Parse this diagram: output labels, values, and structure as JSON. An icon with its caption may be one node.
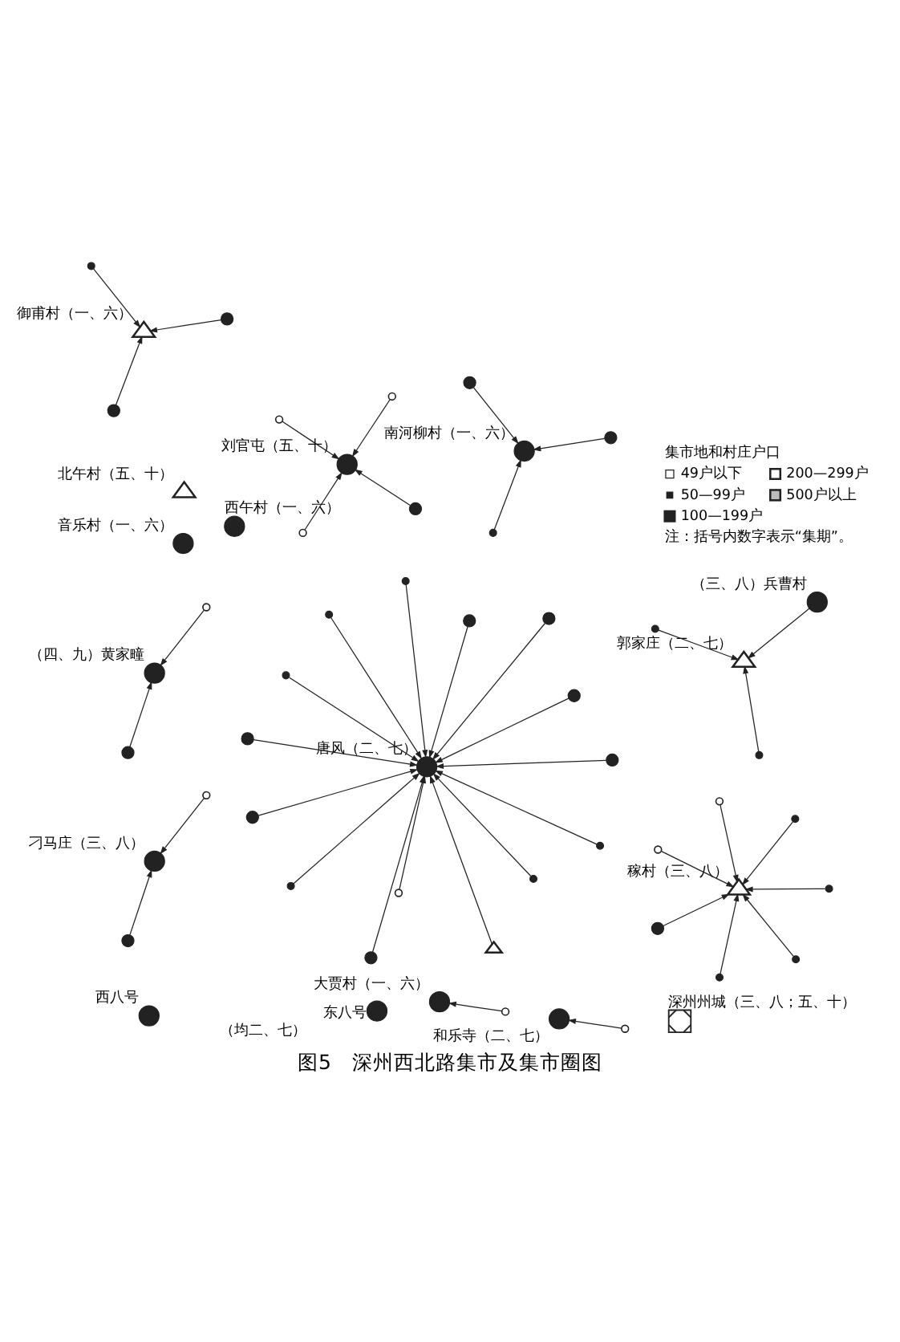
{
  "diagram": {
    "title": "图5　深州西北路集市及集市圈图",
    "nodes": [
      {
        "text": [
          "（四、九）黄家疃"
        ]
      },
      {
        "text": [
          "刘官屯（五、十）"
        ]
      },
      {
        "text": [
          "刁马庄（三、八）"
        ]
      },
      {
        "text": [],
        "shape": "circle"
      },
      {
        "text": [],
        "shape": "circle"
      },
      {
        "text": [],
        "shape": "circle"
      },
      {
        "text": [],
        "shape": "circle"
      },
      {
        "text": [],
        "shape": "circle"
      },
      {
        "text": [],
        "shape": "circle"
      },
      {
        "text": [],
        "shape": "circle"
      },
      {
        "text": [],
        "shape": "circle"
      },
      {
        "text": [
          "唐风（二、七）"
        ]
      },
      {
        "text": [],
        "shape": "circle"
      },
      {
        "text": [],
        "shape": "circle"
      },
      {
        "text": [],
        "shape": "circle"
      },
      {
        "text": [],
        "shape": "circle"
      },
      {
        "text": [],
        "shape": "circle"
      },
      {
        "text": [],
        "shape": "circle"
      },
      {
        "text": [],
        "shape": "circle"
      },
      {
        "text": [],
        "shape": "circle"
      },
      {
        "text": [],
        "shape": "triangle"
      },
      {
        "text": [],
        "shape": "circle"
      },
      {
        "text": [],
        "shape": "circle"
      },
      {
        "text": [],
        "shape": "circle"
      },
      {
        "text": [],
        "shape": "circle"
      },
      {
        "text": [],
        "shape": "circle"
      },
      {
        "text": [],
        "shape": "circle"
      },
      {
        "text": [
          "南河柳村（一、六）"
        ]
      },
      {
        "text": [],
        "shape": "circle"
      },
      {
        "text": [],
        "shape": "circle"
      },
      {
        "text": [],
        "shape": "circle"
      },
      {
        "text": [
          "大贾村（一、六）"
        ]
      },
      {
        "text": [],
        "shape": "circle"
      },
      {
        "text": [
          "西午村（一、六）"
        ]
      },
      {
        "text": [
          "北午村（五、十）"
        ]
      },
      {
        "text": [],
        "shape": "circle"
      },
      {
        "text": [
          "（三、八）兵曹村"
        ]
      },
      {
        "text": [],
        "shape": "circle"
      },
      {
        "text": [
          "郭家庄（二、七）"
        ]
      },
      {
        "text": [
          "音乐村（一、六）"
        ]
      },
      {
        "text": [
          "御甫村（一、六）"
        ]
      },
      {
        "text": [],
        "shape": "circle"
      },
      {
        "text": [],
        "shape": "circle"
      },
      {
        "text": [],
        "shape": "circle"
      },
      {
        "text": [
          "西八号"
        ]
      },
      {
        "text": [
          "东八号"
        ]
      },
      {
        "text": [
          "稼村（三、八）"
        ]
      },
      {
        "text": [],
        "shape": "circle"
      },
      {
        "text": [],
        "shape": "circle"
      },
      {
        "text": [],
        "shape": "circle"
      },
      {
        "text": [],
        "shape": "circle"
      },
      {
        "text": [],
        "shape": "circle"
      },
      {
        "text": [],
        "shape": "circle"
      },
      {
        "text": [],
        "shape": "circle"
      },
      {
        "text": [
          "和乐寺（二、七）"
        ]
      },
      {
        "text": [],
        "shape": "circle"
      },
      {
        "text": [
          "深州州城（三、八；五、十）"
        ]
      }
    ],
    "edges": [
      {
        "from": 3,
        "to": 1,
        "arrow": "to"
      },
      {
        "from": 4,
        "to": 1,
        "arrow": "to"
      },
      {
        "from": 5,
        "to": 1,
        "arrow": "to"
      },
      {
        "from": 6,
        "to": 1,
        "arrow": "to"
      },
      {
        "from": 7,
        "to": 0,
        "arrow": "to"
      },
      {
        "from": 8,
        "to": 0,
        "arrow": "to"
      },
      {
        "from": 9,
        "to": 2,
        "arrow": "to"
      },
      {
        "from": 10,
        "to": 2,
        "arrow": "to"
      },
      {
        "from": 12,
        "to": 11,
        "arrow": "to"
      },
      {
        "from": 13,
        "to": 11,
        "arrow": "to"
      },
      {
        "from": 14,
        "to": 11,
        "arrow": "to"
      },
      {
        "from": 15,
        "to": 11,
        "arrow": "to"
      },
      {
        "from": 16,
        "to": 11,
        "arrow": "to"
      },
      {
        "from": 17,
        "to": 11,
        "arrow": "to"
      },
      {
        "from": 18,
        "to": 11,
        "arrow": "to"
      },
      {
        "from": 19,
        "to": 11,
        "arrow": "to"
      },
      {
        "from": 20,
        "to": 11,
        "arrow": "to"
      },
      {
        "from": 21,
        "to": 11,
        "arrow": "to"
      },
      {
        "from": 22,
        "to": 11,
        "arrow": "to"
      },
      {
        "from": 23,
        "to": 11,
        "arrow": "to"
      },
      {
        "from": 24,
        "to": 11,
        "arrow": "to"
      },
      {
        "from": 25,
        "to": 11,
        "arrow": "to"
      },
      {
        "from": 26,
        "to": 11,
        "arrow": "to"
      },
      {
        "from": 28,
        "to": 27,
        "arrow": "to"
      },
      {
        "from": 29,
        "to": 27,
        "arrow": "to"
      },
      {
        "from": 30,
        "to": 27,
        "arrow": "to"
      },
      {
        "from": 32,
        "to": 31,
        "arrow": "to"
      },
      {
        "from": 35,
        "to": 38,
        "arrow": "to"
      },
      {
        "from": 36,
        "to": 38,
        "arrow": "to"
      },
      {
        "from": 37,
        "to": 38,
        "arrow": "to"
      },
      {
        "from": 41,
        "to": 40,
        "arrow": "to"
      },
      {
        "from": 42,
        "to": 40,
        "arrow": "to"
      },
      {
        "from": 43,
        "to": 40,
        "arrow": "to"
      },
      {
        "from": 47,
        "to": 46,
        "arrow": "to"
      },
      {
        "from": 48,
        "to": 46,
        "arrow": "to"
      },
      {
        "from": 49,
        "to": 46,
        "arrow": "to"
      },
      {
        "from": 50,
        "to": 46,
        "arrow": "to"
      },
      {
        "from": 51,
        "to": 46,
        "arrow": "to"
      },
      {
        "from": 52,
        "to": 46,
        "arrow": "to"
      },
      {
        "from": 53,
        "to": 46,
        "arrow": "to"
      },
      {
        "from": 55,
        "to": 54,
        "arrow": "to"
      }
    ],
    "labels": [
      "（均二、七）",
      "集市地和村庄户口",
      "注：括号内数字表示“集期”。"
    ],
    "legend": [
      {
        "text": "49户以下"
      },
      {
        "text": "200—299户"
      },
      {
        "text": "50—99户"
      },
      {
        "text": "500户以上"
      },
      {
        "text": "100—199户"
      }
    ]
  }
}
